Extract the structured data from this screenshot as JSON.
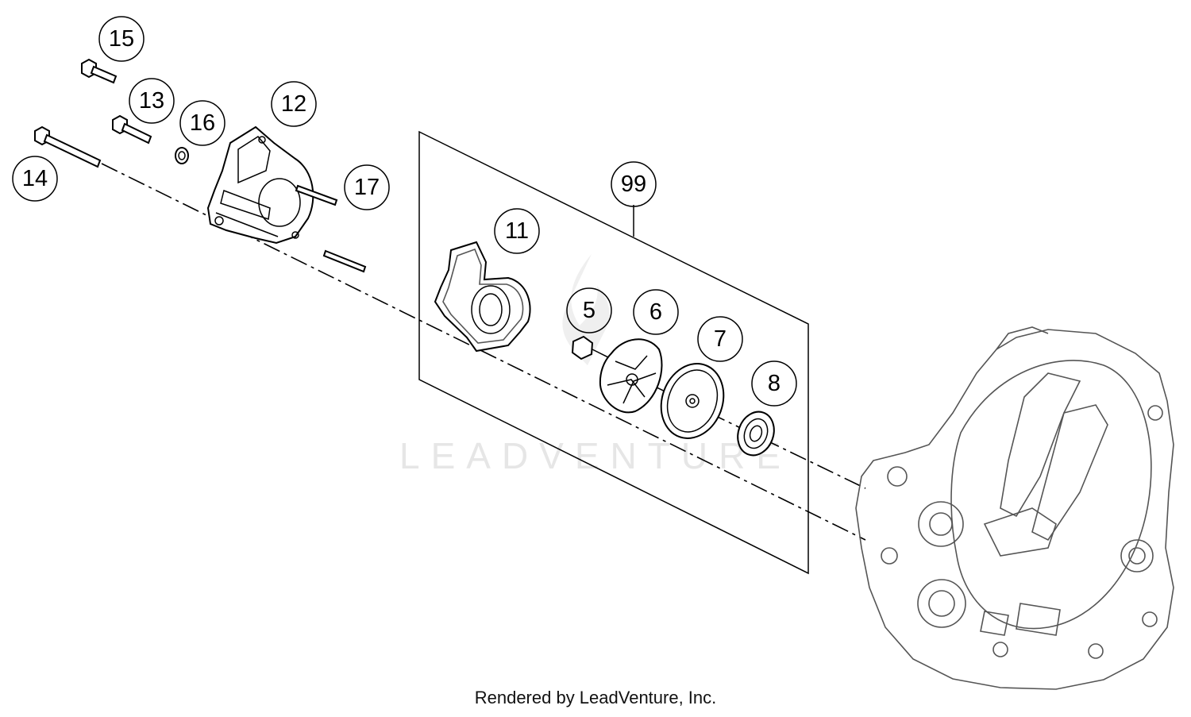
{
  "watermark": "LEADVENTURE",
  "footer": "Rendered by LeadVenture, Inc.",
  "callouts": [
    {
      "id": "15",
      "label": "15"
    },
    {
      "id": "13",
      "label": "13"
    },
    {
      "id": "16",
      "label": "16"
    },
    {
      "id": "12",
      "label": "12"
    },
    {
      "id": "14",
      "label": "14"
    },
    {
      "id": "17",
      "label": "17"
    },
    {
      "id": "99",
      "label": "99"
    },
    {
      "id": "11",
      "label": "11"
    },
    {
      "id": "5",
      "label": "5"
    },
    {
      "id": "6",
      "label": "6"
    },
    {
      "id": "7",
      "label": "7"
    },
    {
      "id": "8",
      "label": "8"
    }
  ]
}
